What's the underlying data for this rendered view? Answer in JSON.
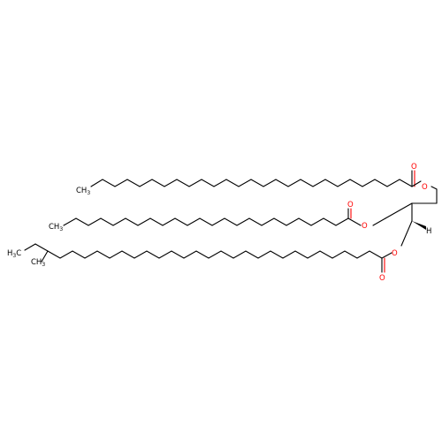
{
  "molecule": {
    "atom_labels": {
      "chain1_methyl": "CH",
      "chain1_methyl_sub": "3",
      "chain2_methyl": "CH",
      "chain2_methyl_sub": "3",
      "chain3_methyl": "CH",
      "chain3_methyl_sub": "3",
      "chain3_ethyl_label": "H",
      "chain3_ethyl_sub": "3",
      "chain3_ethyl_c": "C",
      "stereo_h": "H",
      "oxygen": "O"
    },
    "colors": {
      "carbon": "#000000",
      "oxygen": "#ff0000",
      "background": "#ffffff"
    }
  }
}
